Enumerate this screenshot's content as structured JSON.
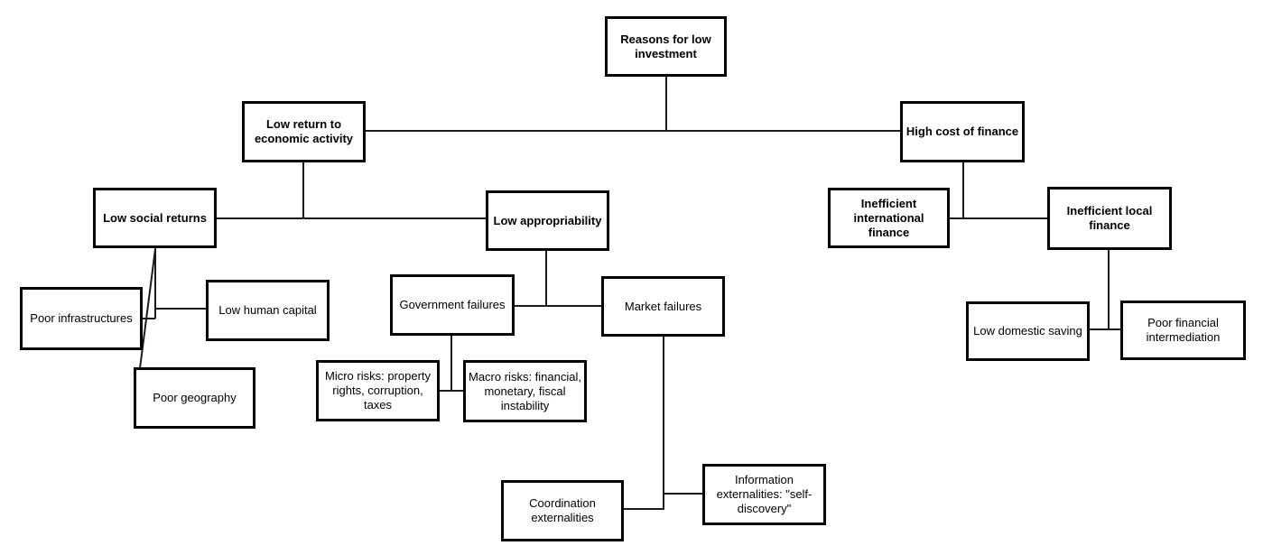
{
  "diagram": {
    "title": "Reasons for low investment",
    "type": "tree-flowchart"
  },
  "colors": {
    "background": "#ffffff",
    "box_border": "#000000",
    "text": "#000000",
    "connector_line": "#1a1a1a"
  },
  "nodes": {
    "reasons": {
      "label": "Reasons for low investment"
    },
    "low_return": {
      "label": "Low return to economic activity"
    },
    "high_cost": {
      "label": "High cost of finance"
    },
    "low_social": {
      "label": "Low social returns"
    },
    "low_appropriability": {
      "label": "Low appropriability"
    },
    "ineff_intl": {
      "label": "Inefficient international finance"
    },
    "ineff_local": {
      "label": "Inefficient local finance"
    },
    "poor_infra": {
      "label": "Poor infrastructures"
    },
    "low_human": {
      "label": "Low human capital"
    },
    "poor_geo": {
      "label": "Poor geography"
    },
    "govt_fail": {
      "label": "Government failures"
    },
    "market_fail": {
      "label": "Market failures"
    },
    "micro_risks": {
      "label": "Micro risks: property rights, corruption, taxes"
    },
    "macro_risks": {
      "label": "Macro risks: financial, monetary, fiscal instability"
    },
    "coord_ext": {
      "label": "Coordination externalities"
    },
    "info_ext": {
      "label": "Information externalities: \"self-discovery\""
    },
    "dom_saving": {
      "label": "Low domestic saving"
    },
    "fin_interm": {
      "label": "Poor financial intermediation"
    }
  },
  "edges": [
    {
      "from": "reasons",
      "to": "low_return"
    },
    {
      "from": "reasons",
      "to": "high_cost"
    },
    {
      "from": "low_return",
      "to": "low_social"
    },
    {
      "from": "low_return",
      "to": "low_appropriability"
    },
    {
      "from": "low_social",
      "to": "poor_infra"
    },
    {
      "from": "low_social",
      "to": "low_human"
    },
    {
      "from": "low_social",
      "to": "poor_geo"
    },
    {
      "from": "low_appropriability",
      "to": "govt_fail"
    },
    {
      "from": "low_appropriability",
      "to": "market_fail"
    },
    {
      "from": "govt_fail",
      "to": "micro_risks"
    },
    {
      "from": "govt_fail",
      "to": "macro_risks"
    },
    {
      "from": "market_fail",
      "to": "coord_ext"
    },
    {
      "from": "market_fail",
      "to": "info_ext"
    },
    {
      "from": "high_cost",
      "to": "ineff_intl"
    },
    {
      "from": "high_cost",
      "to": "ineff_local"
    },
    {
      "from": "ineff_local",
      "to": "dom_saving"
    },
    {
      "from": "ineff_local",
      "to": "fin_interm"
    }
  ]
}
